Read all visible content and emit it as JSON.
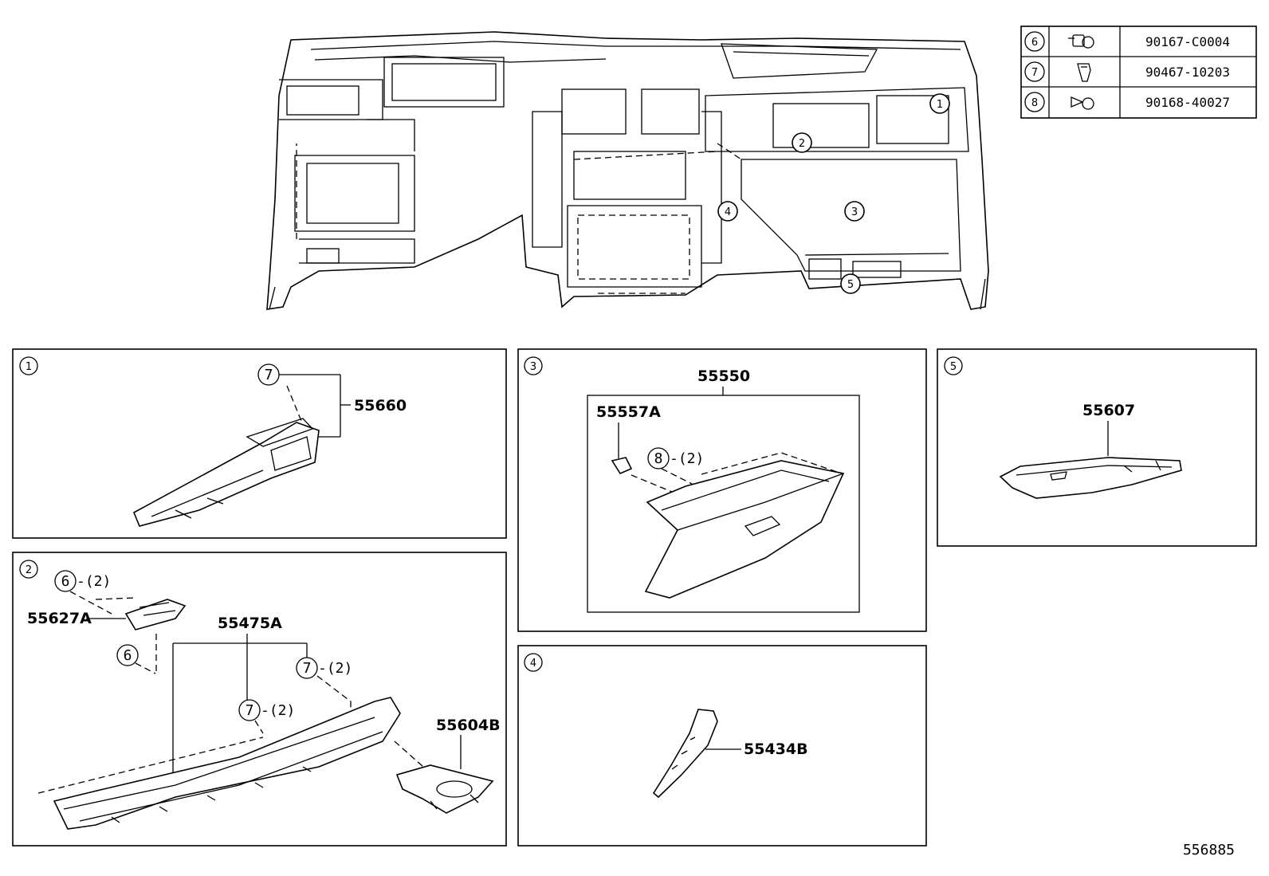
{
  "fastener_table": [
    {
      "ref": "6",
      "icon": "bolt-icon",
      "part_no": "90167-C0004"
    },
    {
      "ref": "7",
      "icon": "clip-icon",
      "part_no": "90467-10203"
    },
    {
      "ref": "8",
      "icon": "screw-icon",
      "part_no": "90168-40027"
    }
  ],
  "overview": {
    "callouts": [
      "1",
      "2",
      "3",
      "4",
      "5"
    ]
  },
  "panel1": {
    "index": "1",
    "part": "55660",
    "fastener_ref": "7"
  },
  "panel2": {
    "index": "2",
    "part_a": "55627A",
    "part_b": "55475A",
    "part_c": "55604B",
    "ref6_top": "6",
    "ref6_top_qty": "-(2)",
    "ref6_bottom": "6",
    "ref7_right": "7",
    "ref7_right_qty": "-(2)",
    "ref7_mid": "7",
    "ref7_mid_qty": "-(2)"
  },
  "panel3": {
    "index": "3",
    "part_main": "55550",
    "part_sub": "55557A",
    "ref8": "8",
    "ref8_qty": "-(2)"
  },
  "panel4": {
    "index": "4",
    "part": "55434B"
  },
  "panel5": {
    "index": "5",
    "part": "55607"
  },
  "illustration_id": "556885"
}
